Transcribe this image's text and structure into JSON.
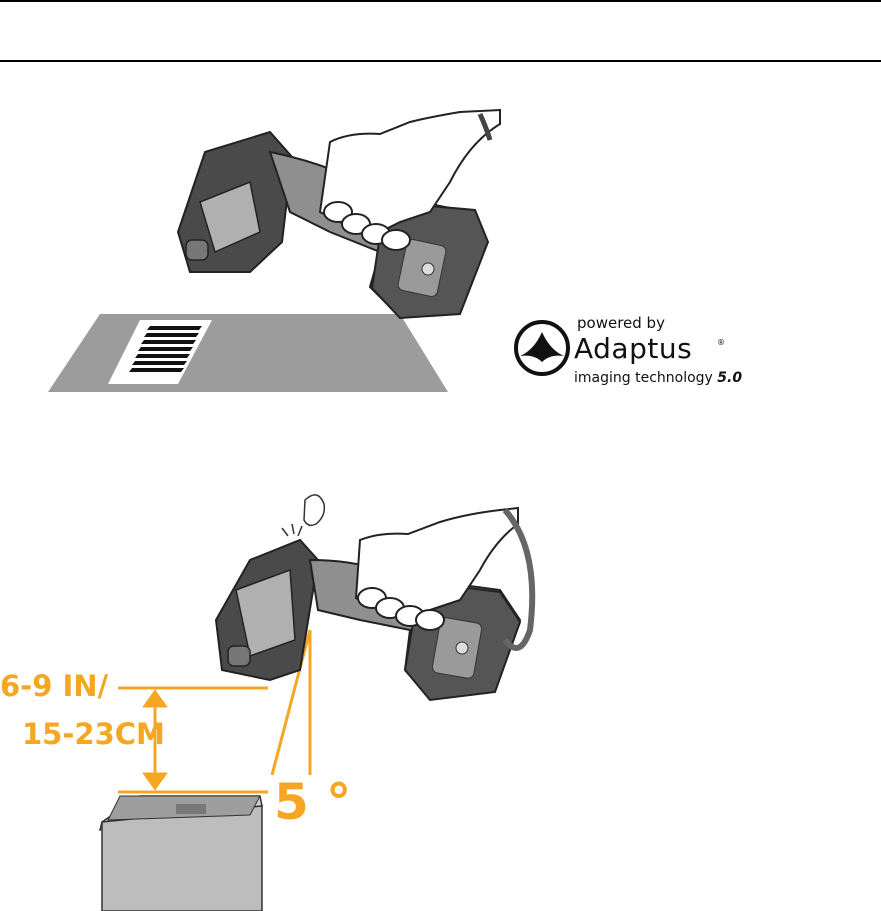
{
  "logo": {
    "powered_by": "powered by",
    "brand": "Adaptus",
    "registered": "®",
    "tech_prefix": "imaging technology ",
    "tech_version": "5.0"
  },
  "figure2": {
    "distance_line1": "6-9 IN/",
    "distance_line2": "15-23CM",
    "angle": "5 °"
  },
  "colors": {
    "accent": "#F5A623",
    "device_dark": "#555555",
    "device_grip": "#9A9A9A",
    "surface_gray": "#9C9C9C",
    "box_gray": "#BDBDBD"
  }
}
